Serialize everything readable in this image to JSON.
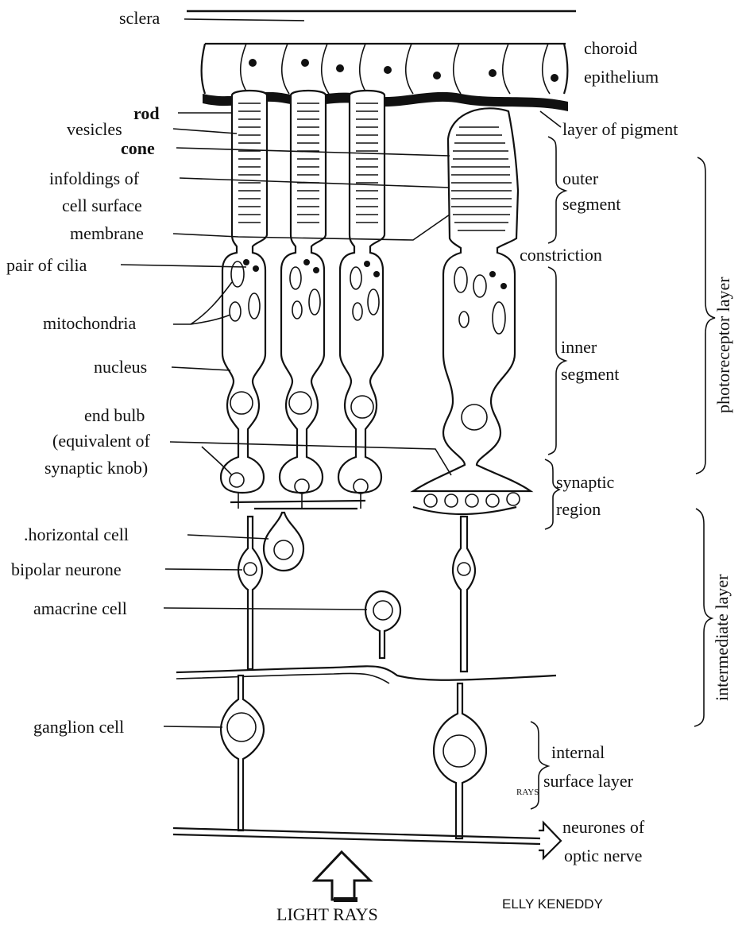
{
  "labels": {
    "sclera": "sclera",
    "choroid": "choroid",
    "epithelium": "epithelium",
    "rod": "rod",
    "vesicles": "vesicles",
    "cone": "cone",
    "infoldings_1": "infoldings of",
    "infoldings_2": "cell surface",
    "membrane": "membrane",
    "pair_of_cilia": "pair of cilia",
    "mitochondria": "mitochondria",
    "nucleus": "nucleus",
    "end_bulb_1": "end bulb",
    "end_bulb_2": "(equivalent of",
    "end_bulb_3": "synaptic knob)",
    "horizontal_cell": ".horizontal cell",
    "bipolar_neurone": "bipolar neurone",
    "amacrine_cell": "amacrine cell",
    "ganglion_cell": "ganglion cell",
    "layer_of_pigment": "layer of pigment",
    "outer_segment_1": "outer",
    "outer_segment_2": "segment",
    "constriction": "constriction",
    "inner_segment_1": "inner",
    "inner_segment_2": "segment",
    "synaptic_region_1": "synaptic",
    "synaptic_region_2": "region",
    "internal_surface_1": "internal",
    "internal_surface_2": "surface layer",
    "rays_small": "RAYS",
    "neurones_1": "neurones of",
    "neurones_2": "optic nerve",
    "light_rays": "LIGHT RAYS",
    "photoreceptor_layer": "photoreceptor layer",
    "intermediate_layer": "intermediate layer"
  },
  "credit": "ELLY KENEDDY"
}
